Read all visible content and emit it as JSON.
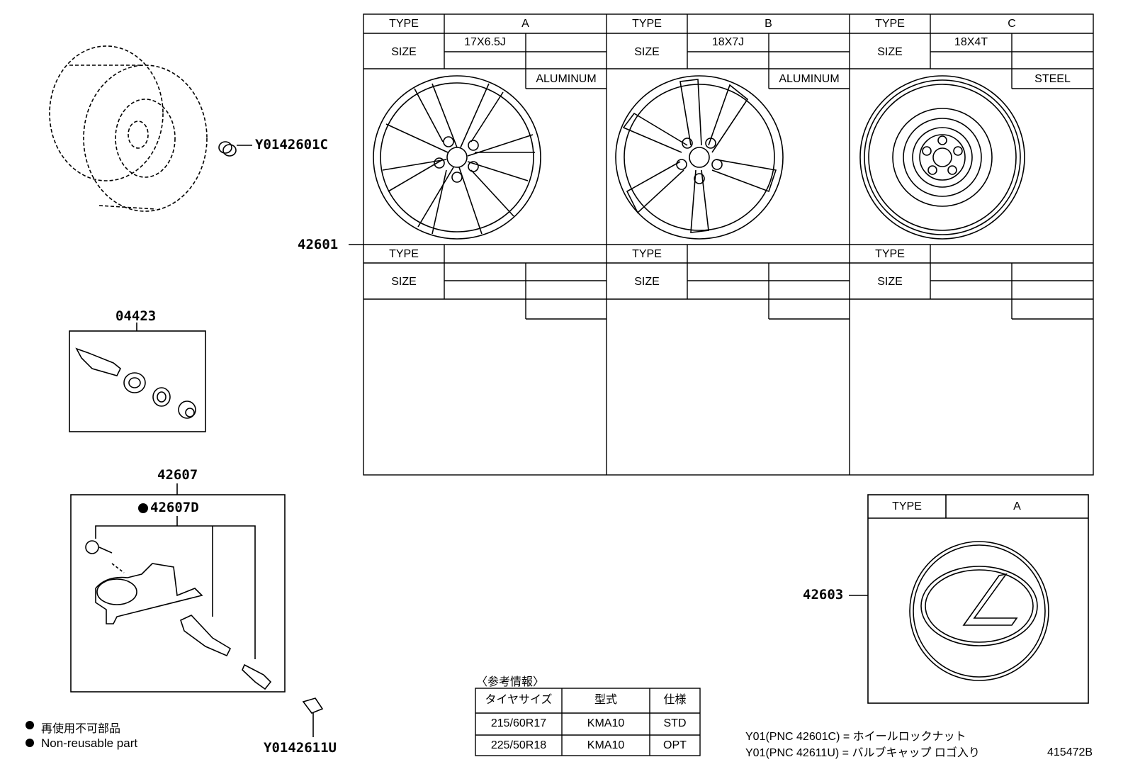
{
  "parts": {
    "lock_nut": "Y0142601C",
    "wheel": "42601",
    "valve_kit": "04423",
    "sensor": "42607",
    "sensor_sub": "42607D",
    "valve_cap": "Y0142611U",
    "center_cap": "42603"
  },
  "wheel_table": {
    "type_label": "TYPE",
    "size_label": "SIZE",
    "columns": [
      {
        "type": "A",
        "size": "17X6.5J",
        "material": "ALUMINUM"
      },
      {
        "type": "B",
        "size": "18X7J",
        "material": "ALUMINUM"
      },
      {
        "type": "C",
        "size": "18X4T",
        "material": "STEEL"
      }
    ]
  },
  "cap_table": {
    "type_label": "TYPE",
    "type": "A"
  },
  "ref_info": {
    "title": "〈参考情報〉",
    "headers": [
      "タイヤサイズ",
      "型式",
      "仕様"
    ],
    "rows": [
      [
        "215/60R17",
        "KMA10",
        "STD"
      ],
      [
        "225/50R18",
        "KMA10",
        "OPT"
      ]
    ]
  },
  "legend": {
    "line1": "再使用不可部品",
    "line2": "Non-reusable part"
  },
  "footnotes": {
    "line1": "Y01(PNC 42601C) = ホイールロックナット",
    "line2": "Y01(PNC 42611U) = バルブキャップ  ロゴ入り"
  },
  "diagram_id": "415472B"
}
